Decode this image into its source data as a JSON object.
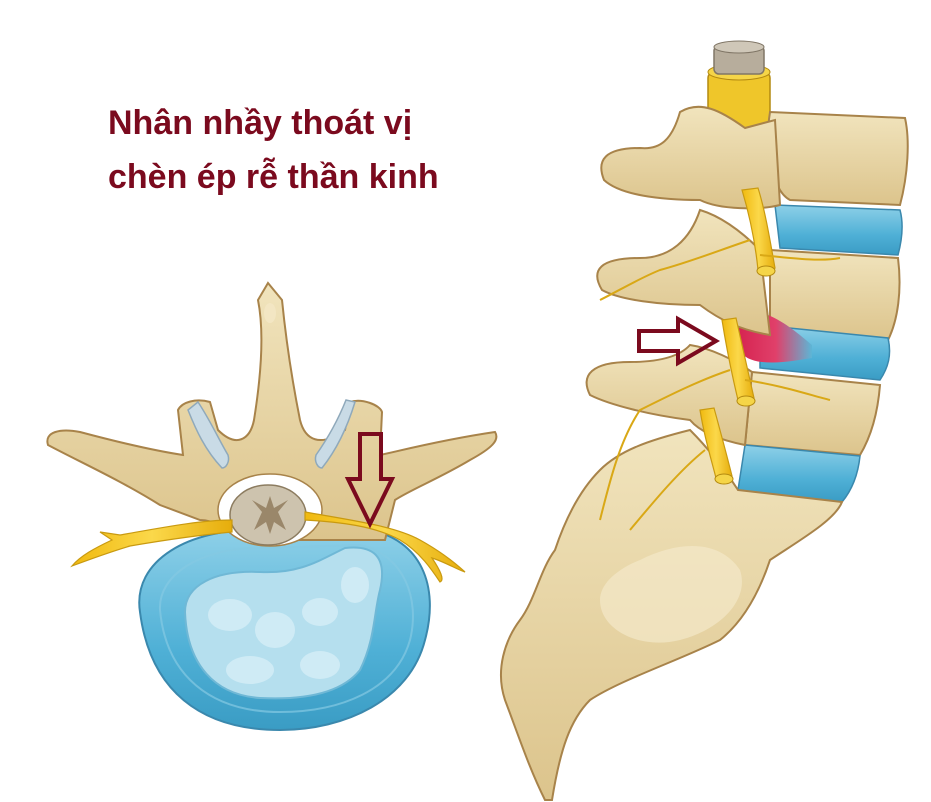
{
  "title": {
    "line1": "Nhân nhầy thoát vị",
    "line2": "chèn ép rễ thần kinh",
    "color": "#7b0a1e"
  },
  "figures": {
    "axial_view": {
      "label": "axial-vertebra-herniated-disc",
      "arrow_direction": "down"
    },
    "lateral_view": {
      "label": "lumbar-spine-lateral-herniation",
      "arrow_direction": "right"
    }
  },
  "colors": {
    "bone": "#e9d7a6",
    "bone_shadow": "#c9ad72",
    "bone_outline": "#a8834a",
    "disc": "#5cb6d6",
    "disc_light": "#b6e0ee",
    "nerve": "#f3c623",
    "nerve_dark": "#c99a10",
    "herniation": "#d7264f",
    "cord": "#c8bfae",
    "cord_gray": "#9a8a72",
    "arrow": "#7b0a1e"
  }
}
